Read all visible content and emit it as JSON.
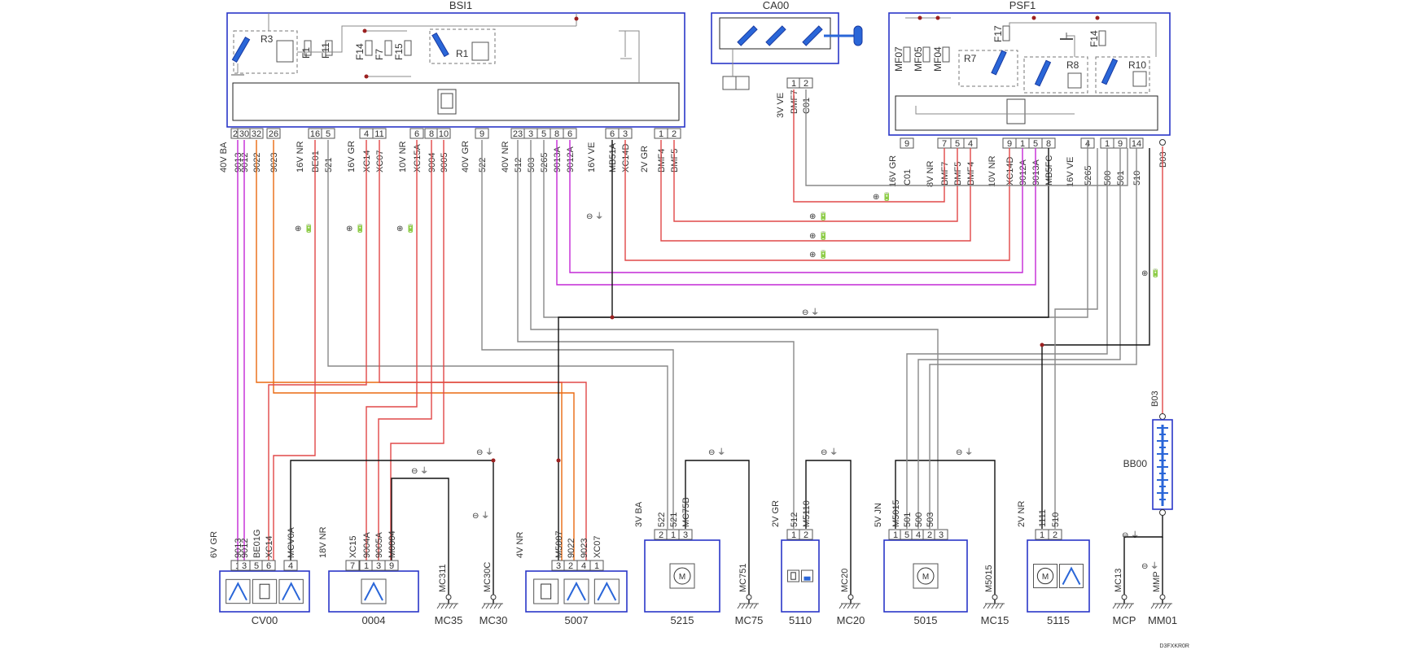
{
  "modules": {
    "bsi1": {
      "name": "BSI1",
      "relays": [
        "R3",
        "R1"
      ],
      "fuses": [
        "F1",
        "F11",
        "F14",
        "F7",
        "F15"
      ]
    },
    "ca00": {
      "name": "CA00"
    },
    "psf1": {
      "name": "PSF1",
      "fuses": [
        "MF07",
        "MF05",
        "MF04",
        "F17",
        "F14"
      ],
      "relays": [
        "R7",
        "R8",
        "R10"
      ]
    }
  },
  "bsi_pins": [
    "28",
    "30",
    "32",
    "26",
    "16",
    "5",
    "4",
    "11",
    "6",
    "8",
    "10",
    "9",
    "23",
    "3",
    "5",
    "8",
    "6",
    "6",
    "3",
    "1",
    "2"
  ],
  "ca00_pins": [
    "1",
    "2"
  ],
  "psf_pins": [
    "9",
    "7",
    "5",
    "4",
    "9",
    "1",
    "5",
    "8",
    "4",
    "1",
    "9",
    "14"
  ],
  "connector_labels": {
    "bsi_a": "40V BA",
    "bsi_b": "16V NR",
    "bsi_c": "16V GR",
    "bsi_d": "10V NR",
    "bsi_e": "40V GR",
    "bsi_f": "40V NR",
    "bsi_g": "16V VE",
    "bsi_h": "2V GR",
    "ca00": "3V VE",
    "psf_a": "16V GR",
    "psf_b": "8V NR",
    "psf_c": "10V NR",
    "psf_d": "16V VE"
  },
  "wire_labels": {
    "bsi": [
      "9013",
      "9012",
      "9022",
      "9023",
      "BE01",
      "521",
      "XC14",
      "XC07",
      "XC15A",
      "9004",
      "9005",
      "522",
      "512",
      "503",
      "5265",
      "9013A",
      "9012A",
      "MB51A",
      "XC14D",
      "BMF4",
      "BMF5"
    ],
    "ca00": [
      "BMF7",
      "C01"
    ],
    "psf": [
      "C01",
      "BMF7",
      "BMF5",
      "BMF4",
      "XC14D",
      "9012A",
      "9013A",
      "MB5FC",
      "5265",
      "500",
      "501",
      "510"
    ],
    "psf_right": "B03"
  },
  "notes": {
    "plus_battery": "⊕ 🔋",
    "minus_ground": "⊖ ⏚"
  },
  "components": [
    {
      "key": "cv00",
      "name": "CV00",
      "conn": "6V GR",
      "pins": [
        "1",
        "3",
        "5",
        "6",
        "4"
      ],
      "wires": [
        "9013",
        "9012",
        "BE01G",
        "XC14",
        "MCV0A"
      ]
    },
    {
      "key": "c0004",
      "name": "0004",
      "conn": "18V NR",
      "pins": [
        "7",
        "1",
        "3",
        "9"
      ],
      "wires": [
        "XC15",
        "9004A",
        "9005A",
        "M0004"
      ]
    },
    {
      "key": "c5007",
      "name": "5007",
      "conn": "4V NR",
      "pins": [
        "3",
        "2",
        "4",
        "1"
      ],
      "wires": [
        "M5007",
        "9022",
        "9023",
        "XC07"
      ]
    },
    {
      "key": "c5215",
      "name": "5215",
      "conn": "3V BA",
      "pins": [
        "2",
        "1",
        "3"
      ],
      "wires": [
        "522",
        "521",
        "MC75B"
      ]
    },
    {
      "key": "c5110",
      "name": "5110",
      "conn": "2V GR",
      "pins": [
        "1",
        "2"
      ],
      "wires": [
        "512",
        "M5110"
      ]
    },
    {
      "key": "c5015",
      "name": "5015",
      "conn": "5V JN",
      "pins": [
        "1",
        "5",
        "4",
        "2",
        "3"
      ],
      "wires": [
        "M5015",
        "501",
        "500",
        "503"
      ]
    },
    {
      "key": "c5115",
      "name": "5115",
      "conn": "2V NR",
      "pins": [
        "1",
        "2"
      ],
      "wires": [
        "1111",
        "510"
      ]
    }
  ],
  "battery": {
    "name": "BB00",
    "top_wire": "B03"
  },
  "grounds": [
    "MC311",
    "MC35",
    "MC30C",
    "MC30",
    "MC751",
    "MC75",
    "MC20",
    "MC20",
    "M5015",
    "MC15",
    "MC13",
    "MCP",
    "MMP",
    "MM01"
  ],
  "footer_code": "D3FXKR0R",
  "colors": {
    "accent": "#2a36c8",
    "red": "#e04848",
    "magenta": "#c428d6",
    "orange": "#ea6a10",
    "grey": "#888888",
    "black": "#111111"
  }
}
